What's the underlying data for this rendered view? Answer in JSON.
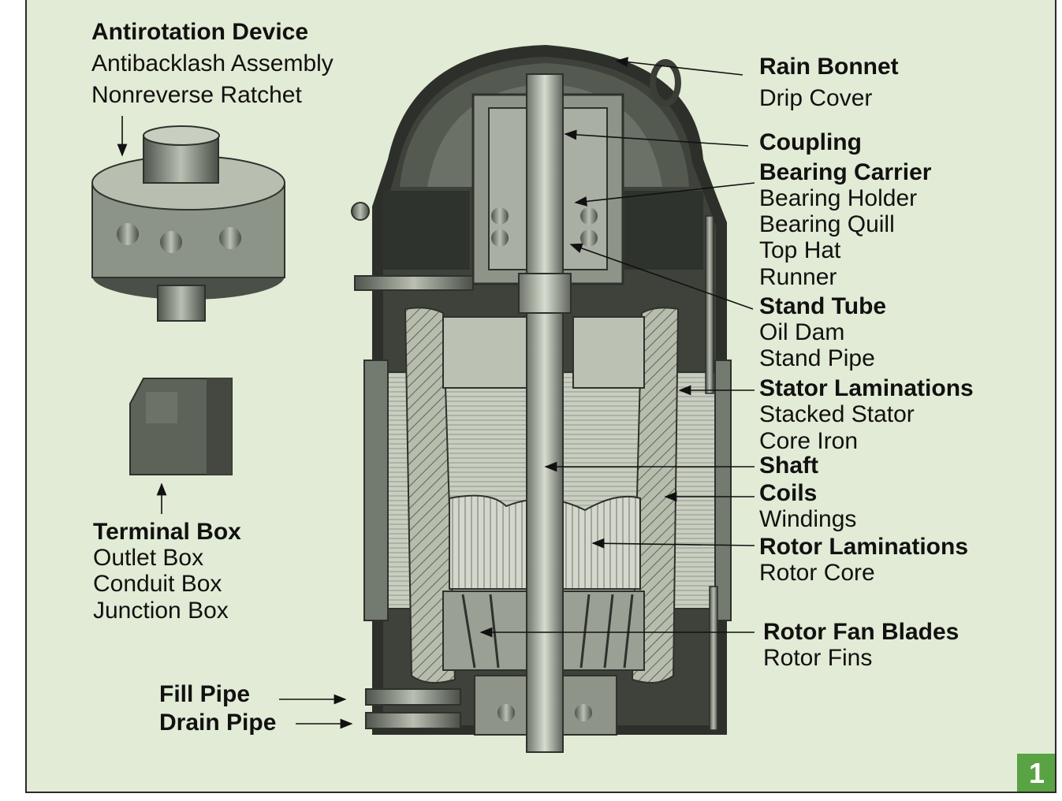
{
  "figure_number": "1",
  "labels": {
    "antirotation": {
      "title": "Antirotation Device",
      "alt1": "Antibacklash Assembly",
      "alt2": "Nonreverse Ratchet"
    },
    "terminal_box": {
      "title": "Terminal Box",
      "alt1": "Outlet Box",
      "alt2": "Conduit Box",
      "alt3": "Junction Box"
    },
    "fill_pipe": "Fill Pipe",
    "drain_pipe": "Drain Pipe",
    "rain_bonnet": {
      "title": "Rain Bonnet",
      "alt1": "Drip Cover"
    },
    "coupling": "Coupling",
    "bearing_carrier": {
      "title": "Bearing Carrier",
      "alt1": "Bearing Holder",
      "alt2": "Bearing Quill",
      "alt3": "Top Hat",
      "alt4": "Runner"
    },
    "stand_tube": {
      "title": "Stand Tube",
      "alt1": "Oil Dam",
      "alt2": "Stand Pipe"
    },
    "stator_laminations": {
      "title": "Stator Laminations",
      "alt1": "Stacked Stator",
      "alt2": "Core Iron"
    },
    "shaft": "Shaft",
    "coils": {
      "title": "Coils",
      "alt1": "Windings"
    },
    "rotor_laminations": {
      "title": "Rotor Laminations",
      "alt1": "Rotor Core"
    },
    "rotor_fan_blades": {
      "title": "Rotor Fan Blades",
      "alt1": "Rotor Fins"
    }
  }
}
